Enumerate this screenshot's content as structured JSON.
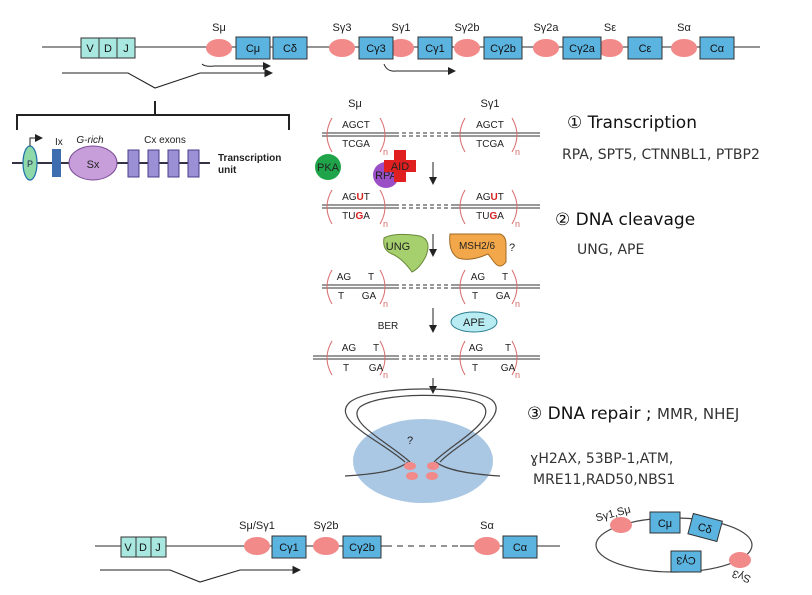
{
  "top_gene": {
    "vdj": [
      "V",
      "D",
      "J"
    ],
    "switch_labels": [
      "Sμ",
      "Sγ3",
      "Sγ1",
      "Sγ2b",
      "Sγ2a",
      "Sε",
      "Sα"
    ],
    "constant_labels": [
      "Cμ",
      "Cδ",
      "Cγ3",
      "Cγ1",
      "Cγ2b",
      "Cγ2a",
      "Cε",
      "Cα"
    ]
  },
  "transcription_unit": {
    "promoter": "P",
    "ix": "Ix",
    "g_rich": "G-rich",
    "sx": "Sx",
    "cx_exons": "Cx exons",
    "label_line1": "Transcription",
    "label_line2": "unit"
  },
  "mechanism": {
    "s_mu": "Sμ",
    "s_g1": "Sγ1",
    "seq_top": "AGCT",
    "seq_bottom": "TCGA",
    "seq_top_u_pre": "AG",
    "seq_top_u_mid": "U",
    "seq_top_u_post": "T",
    "seq_bot_u_pre": "TU",
    "seq_bot_u_mid": "G",
    "seq_bot_u_post": "A",
    "seq_gap_top_a": "AG",
    "seq_gap_top_b": "T",
    "seq_gap_bot_a": "T",
    "seq_gap_bot_b": "GA",
    "n": "n",
    "pka": "PKA",
    "rpa": "RPA",
    "aid": "AID",
    "ung": "UNG",
    "msh": "MSH2/6",
    "question": "?",
    "ber": "BER",
    "ape": "APE",
    "loop_question": "?"
  },
  "steps": [
    {
      "title": "① Transcription",
      "sub": "RPA, SPT5, CTNNBL1, PTBP2"
    },
    {
      "title": "② DNA cleavage",
      "sub": "UNG, APE"
    },
    {
      "title": "③ DNA repair ; ",
      "title_extra": "MMR, NHEJ",
      "sub_line1": "ɣH2AX, 53BP-1,ATM,",
      "sub_line2": "MRE11,RAD50,NBS1"
    }
  ],
  "bottom_gene": {
    "vdj": [
      "V",
      "D",
      "J"
    ],
    "switch_labels": [
      "Sμ/Sγ1",
      "Sγ2b",
      "Sα"
    ],
    "constant_labels": [
      "Cγ1",
      "Cγ2b",
      "Cα"
    ]
  },
  "circle": {
    "s_label": "Sγ1,Sμ",
    "constant_labels": [
      "Cμ",
      "Cδ",
      "Cγ3"
    ],
    "s_label2": "Sγ3"
  },
  "colors": {
    "teal_box": "#a8e8e0",
    "blue_box": "#5bb3e0",
    "switch_ellipse": "#f28a8a",
    "pka": "#1fa44a",
    "rpa": "#9b4fc6",
    "aid": "#e02020",
    "ung": "#a6cf6e",
    "msh": "#f2a84a",
    "ape": "#b8ecf2",
    "loop_bg": "#aac8e4",
    "exon": "#9b8fd6",
    "sx": "#c79ed9"
  }
}
